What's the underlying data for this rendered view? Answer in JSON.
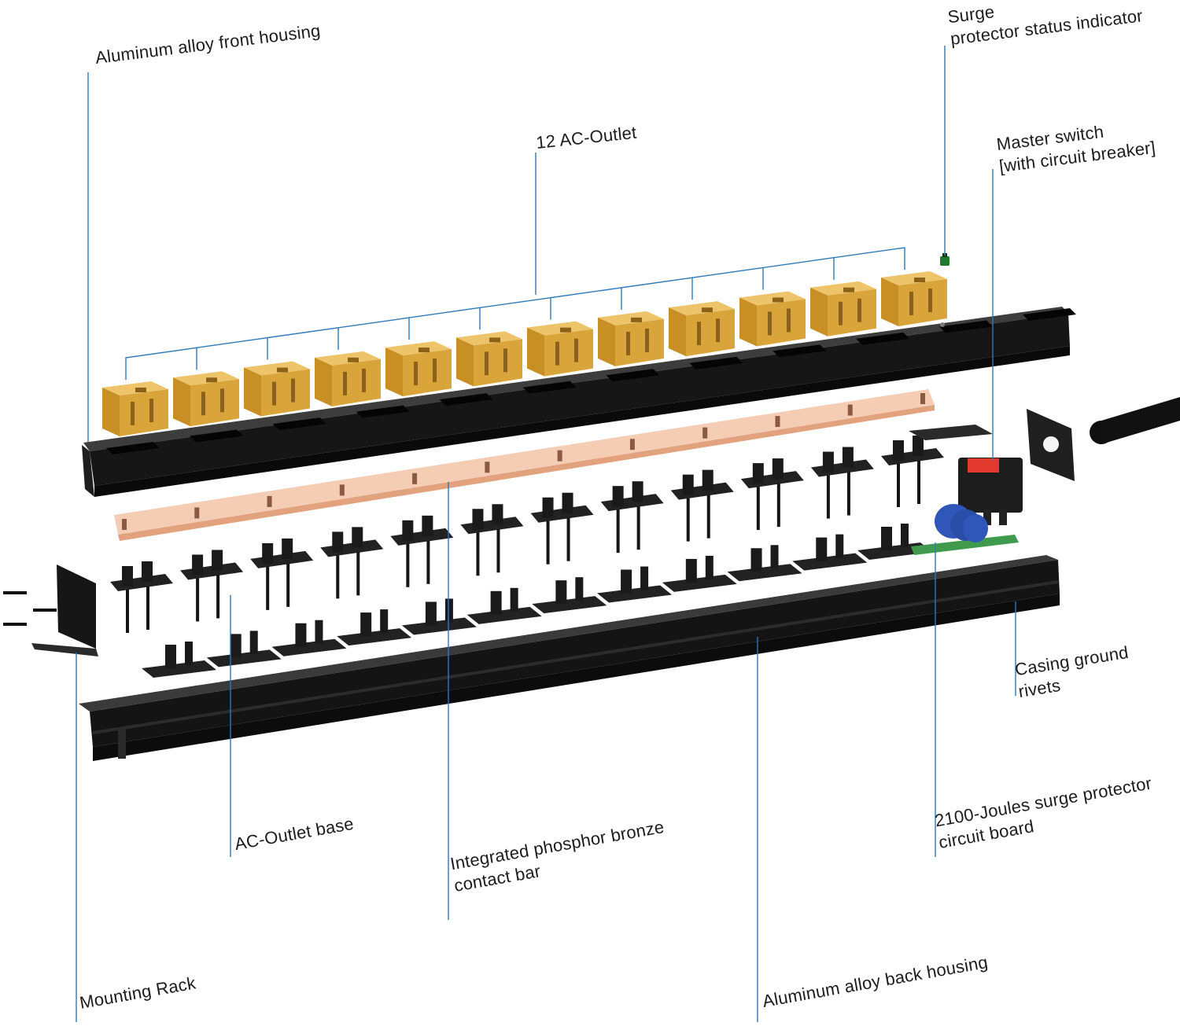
{
  "colors": {
    "leader_line": "#2e79b8",
    "housing": "#1b1b1b",
    "outlet": "#d9a53a",
    "bronze": "#e2a27e",
    "status_led": "#1f7a2c",
    "switch_red": "#e23a2e",
    "varistor": "#2f56b8",
    "pcb": "#3f9a4e"
  },
  "icons": {
    "outlet": "ac-outlet-icon",
    "switch": "rocker-switch-icon",
    "board": "surge-board-icon",
    "rack": "mounting-rack-icon",
    "led": "status-led-icon"
  },
  "components": {
    "outlet_count": 12
  },
  "labels": {
    "front_housing": "Aluminum alloy front housing",
    "ac_outlet": "12 AC-Outlet",
    "status_indicator": [
      "Surge",
      "protector status indicator"
    ],
    "master_switch": [
      "Master switch",
      "[with circuit breaker]"
    ],
    "casing_ground": [
      "Casing ground",
      "rivets"
    ],
    "outlet_base": "AC-Outlet base",
    "contact_bar": [
      "Integrated phosphor bronze",
      "contact bar"
    ],
    "surge_board": [
      "2100-Joules surge protector",
      "circuit board"
    ],
    "mounting_rack": "Mounting Rack",
    "back_housing": "Aluminum alloy back housing"
  }
}
